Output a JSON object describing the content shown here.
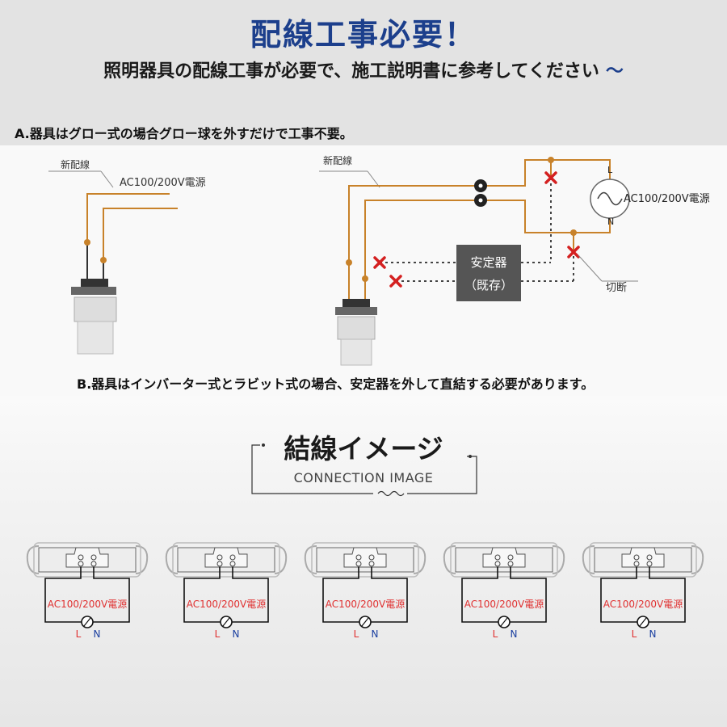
{
  "header": {
    "title": "配線工事必要！",
    "subtitle": "照明器具の配線工事が必要で、施工説明書に参考してください",
    "subtitle_tilde": "〜"
  },
  "notes": {
    "a": "A.器具はグロー式の場合グロー球を外すだけで工事不要。",
    "b": "B.器具はインバーター式とラビット式の場合、安定器を外して直結する必要があります。"
  },
  "diagram_a": {
    "new_wiring_label": "新配線",
    "power_label": "AC100/200V電源"
  },
  "diagram_b": {
    "new_wiring_label": "新配線",
    "power_label": "AC100/200V電源",
    "terminal_l": "L",
    "terminal_n": "N",
    "ballast_line1": "安定器",
    "ballast_line2": "（既存）",
    "cut_label": "切断"
  },
  "connection": {
    "title": "結線イメージ",
    "subtitle": "CONNECTION IMAGE"
  },
  "fixtures": [
    {
      "power_label": "AC100/200V電源",
      "l": "L",
      "n": "N"
    },
    {
      "power_label": "AC100/200V電源",
      "l": "L",
      "n": "N"
    },
    {
      "power_label": "AC100/200V電源",
      "l": "L",
      "n": "N"
    },
    {
      "power_label": "AC100/200V電源",
      "l": "L",
      "n": "N"
    },
    {
      "power_label": "AC100/200V電源",
      "l": "L",
      "n": "N"
    }
  ],
  "colors": {
    "title_blue": "#1c3f8c",
    "wire_orange": "#c8822a",
    "cross_red": "#d42020",
    "ballast_box": "#555555",
    "fixture_red_text": "#e03030",
    "n_blue": "#1a3fa0"
  }
}
